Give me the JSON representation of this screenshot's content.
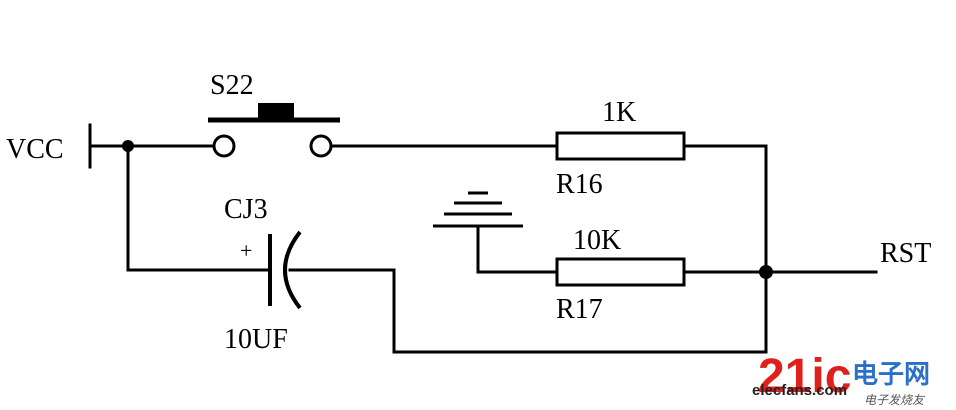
{
  "diagram": {
    "type": "circuit-schematic",
    "labels": {
      "vcc": "VCC",
      "switch": "S22",
      "r16_value": "1K",
      "r16_name": "R16",
      "r17_value": "10K",
      "r17_name": "R17",
      "cap_name": "CJ3",
      "cap_value": "10UF",
      "cap_plus": "+",
      "rst": "RST"
    },
    "components": [
      {
        "ref": "S22",
        "kind": "push-button switch"
      },
      {
        "ref": "R16",
        "kind": "resistor",
        "value": "1K"
      },
      {
        "ref": "R17",
        "kind": "resistor",
        "value": "10K"
      },
      {
        "ref": "CJ3",
        "kind": "polarized capacitor",
        "value": "10UF"
      },
      {
        "ref": "GND",
        "kind": "ground symbol"
      }
    ]
  },
  "watermark": {
    "logo_digits": "21ic",
    "logo_cn": "电子网",
    "site": "elecfans.com",
    "site_cn": "电子发烧友",
    "colors": {
      "red": "#e0201b",
      "blue": "#2a6fc9"
    }
  }
}
